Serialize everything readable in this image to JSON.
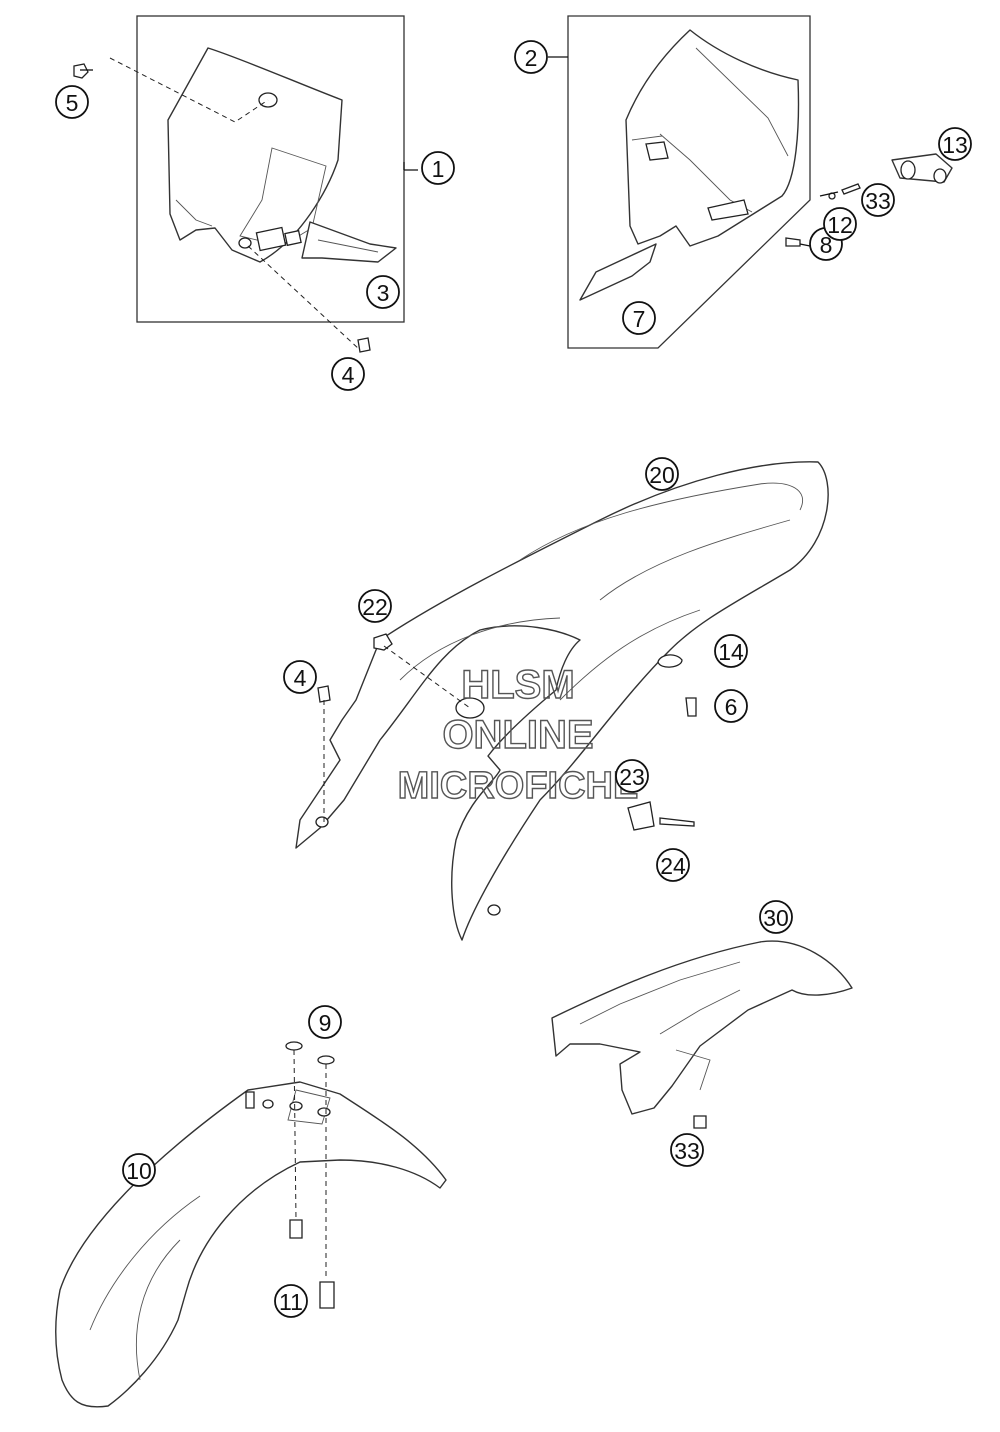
{
  "callouts": [
    {
      "id": "c1",
      "label": "1"
    },
    {
      "id": "c2",
      "label": "2"
    },
    {
      "id": "c3",
      "label": "3"
    },
    {
      "id": "c4a",
      "label": "4"
    },
    {
      "id": "c5",
      "label": "5"
    },
    {
      "id": "c7",
      "label": "7"
    },
    {
      "id": "c8",
      "label": "8"
    },
    {
      "id": "c12",
      "label": "12"
    },
    {
      "id": "c13",
      "label": "13"
    },
    {
      "id": "c33a",
      "label": "33"
    },
    {
      "id": "c20",
      "label": "20"
    },
    {
      "id": "c22",
      "label": "22"
    },
    {
      "id": "c4b",
      "label": "4"
    },
    {
      "id": "c14",
      "label": "14"
    },
    {
      "id": "c6",
      "label": "6"
    },
    {
      "id": "c23",
      "label": "23"
    },
    {
      "id": "c24",
      "label": "24"
    },
    {
      "id": "c30",
      "label": "30"
    },
    {
      "id": "c9",
      "label": "9"
    },
    {
      "id": "c10",
      "label": "10"
    },
    {
      "id": "c33b",
      "label": "33"
    },
    {
      "id": "c11",
      "label": "11"
    }
  ],
  "watermark": {
    "line1": "HLSM",
    "line2": "ONLINE",
    "line3": "MICROFICHE"
  }
}
